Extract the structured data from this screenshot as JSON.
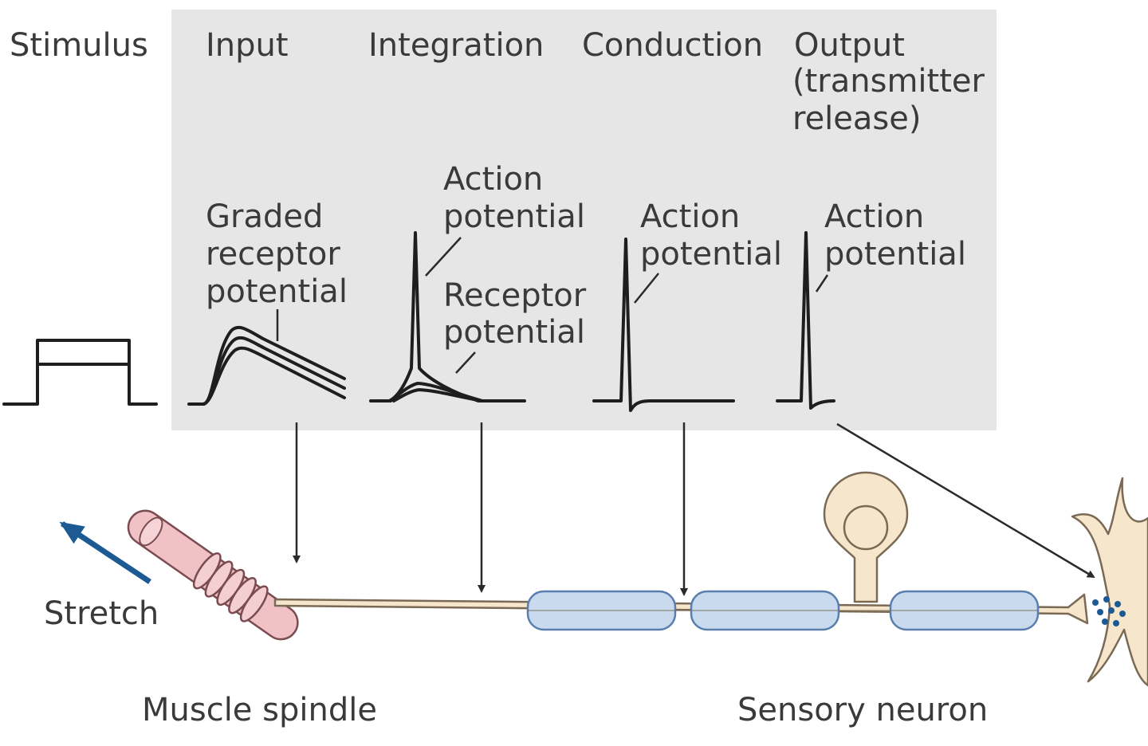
{
  "stages": {
    "stimulus": "Stimulus",
    "input": "Input",
    "integration": "Integration",
    "conduction": "Conduction",
    "output_line1": "Output",
    "output_line2": "(transmitter",
    "output_line3": "release)"
  },
  "signals": {
    "graded_line1": "Graded",
    "graded_line2": "receptor",
    "graded_line3": "potential",
    "integration_ap_line1": "Action",
    "integration_ap_line2": "potential",
    "receptor_line1": "Receptor",
    "receptor_line2": "potential",
    "conduction_ap_line1": "Action",
    "conduction_ap_line2": "potential",
    "output_ap_line1": "Action",
    "output_ap_line2": "potential"
  },
  "anatomy": {
    "stretch": "Stretch",
    "muscle_spindle": "Muscle spindle",
    "sensory_neuron": "Sensory neuron"
  },
  "colors": {
    "panel": "#e6e6e6",
    "myelin_fill": "#c9d9ee",
    "myelin_stroke": "#5a7fae",
    "neuron_fill": "#f6e6cc",
    "neuron_stroke": "#7a6a55",
    "spindle_fill": "#f0c2c6",
    "spindle_stroke": "#7a4b50",
    "stretch_arrow": "#1d5a94",
    "vesicle": "#1d5a94"
  }
}
